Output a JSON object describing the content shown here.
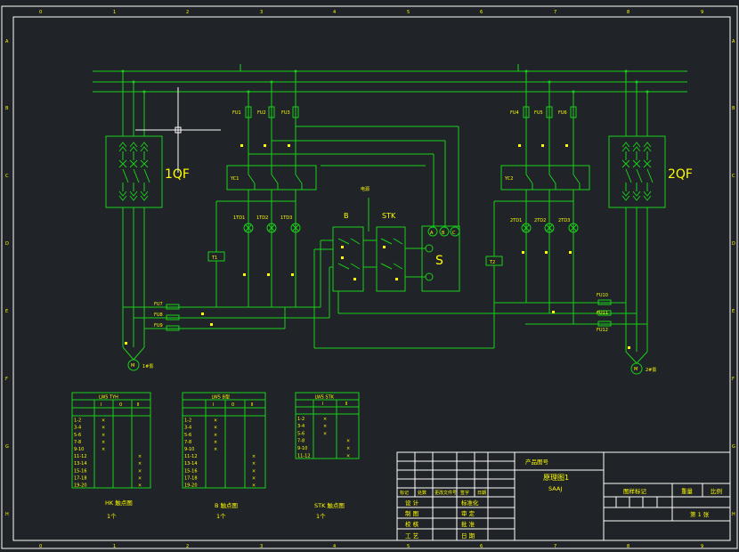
{
  "border": {
    "top_numbers": [
      "0",
      "1",
      "2",
      "3",
      "4",
      "5",
      "6",
      "7",
      "8",
      "9"
    ],
    "bottom_numbers": [
      "0",
      "1",
      "2",
      "3",
      "4",
      "5",
      "6",
      "7",
      "8",
      "9"
    ],
    "left_letters": [
      "A",
      "B",
      "C",
      "D",
      "E",
      "F",
      "G",
      "H"
    ],
    "right_letters": [
      "A",
      "B",
      "C",
      "D",
      "E",
      "F",
      "G",
      "H"
    ]
  },
  "left_panel": {
    "breaker": "1QF",
    "contactor": "YC1",
    "fuses": [
      "FU1",
      "FU2",
      "FU3"
    ],
    "lamps": [
      "1TD1",
      "1TD2",
      "1TD3"
    ],
    "transformer": "T1",
    "thermal": [
      "FU7",
      "FU8",
      "FU9"
    ],
    "motor": "M",
    "motor_label": "1#泵"
  },
  "right_panel": {
    "breaker": "2QF",
    "contactor": "YC2",
    "fuses": [
      "FU4",
      "FU5",
      "FU6"
    ],
    "lamps": [
      "2TD1",
      "2TD2",
      "2TD3"
    ],
    "transformer": "T2",
    "thermal": [
      "FU10",
      "FU11",
      "FU12"
    ],
    "motor": "M",
    "motor_label": "2#泵"
  },
  "center": {
    "switch_b": "B",
    "switch_stk": "STK",
    "power_label": "电源",
    "meter_terminals": [
      "A",
      "B",
      "C"
    ],
    "meter_symbol": "S"
  },
  "tables": [
    {
      "header": "LW5 TYH",
      "subhead": [
        "",
        "Ⅰ",
        "0",
        "Ⅱ"
      ],
      "rows": [
        [
          "1-2",
          "×",
          "",
          ""
        ],
        [
          "3-4",
          "×",
          "",
          ""
        ],
        [
          "5-6",
          "×",
          "",
          ""
        ],
        [
          "7-8",
          "×",
          "",
          ""
        ],
        [
          "9-10",
          "×",
          "",
          ""
        ],
        [
          "11-12",
          "",
          "",
          "×"
        ],
        [
          "13-14",
          "",
          "",
          "×"
        ],
        [
          "15-16",
          "",
          "",
          "×"
        ],
        [
          "17-18",
          "",
          "",
          "×"
        ],
        [
          "19-20",
          "",
          "",
          "×"
        ]
      ],
      "caption": "HK 触点图",
      "count": "1个"
    },
    {
      "header": "LW5 B型",
      "subhead": [
        "",
        "Ⅰ",
        "0",
        "Ⅱ"
      ],
      "rows": [
        [
          "1-2",
          "×",
          "",
          ""
        ],
        [
          "3-4",
          "×",
          "",
          ""
        ],
        [
          "5-6",
          "×",
          "",
          ""
        ],
        [
          "7-8",
          "×",
          "",
          ""
        ],
        [
          "9-10",
          "×",
          "",
          ""
        ],
        [
          "11-12",
          "",
          "",
          "×"
        ],
        [
          "13-14",
          "",
          "",
          "×"
        ],
        [
          "15-16",
          "",
          "",
          "×"
        ],
        [
          "17-18",
          "",
          "",
          "×"
        ],
        [
          "19-20",
          "",
          "",
          "×"
        ]
      ],
      "caption": "B 触点图",
      "count": "1个"
    },
    {
      "header": "LW5 STK",
      "subhead": [
        "",
        "Ⅰ",
        "Ⅱ"
      ],
      "rows": [
        [
          "1-2",
          "×",
          ""
        ],
        [
          "3-4",
          "×",
          ""
        ],
        [
          "5-6",
          "×",
          ""
        ],
        [
          "7-8",
          "",
          "×"
        ],
        [
          "9-10",
          "",
          "×"
        ],
        [
          "11-12",
          "",
          "×"
        ]
      ],
      "caption": "STK 触点图",
      "count": "1个"
    }
  ],
  "title_block": {
    "product_label": "产品图号",
    "drawing_name": "原理图1",
    "drawing_code": "SAAJ",
    "stage_label": "图样标记",
    "weight_label": "重量",
    "scale_label": "比例",
    "sheet_label": "第 1 张",
    "row_headers": [
      "标记",
      "处数",
      "更改文件号",
      "签字",
      "日期"
    ],
    "roles": [
      "设 计",
      "制 图",
      "校 核",
      "工 艺"
    ],
    "roles2": [
      "标准化",
      "审 定",
      "批 准",
      "日 期"
    ]
  }
}
